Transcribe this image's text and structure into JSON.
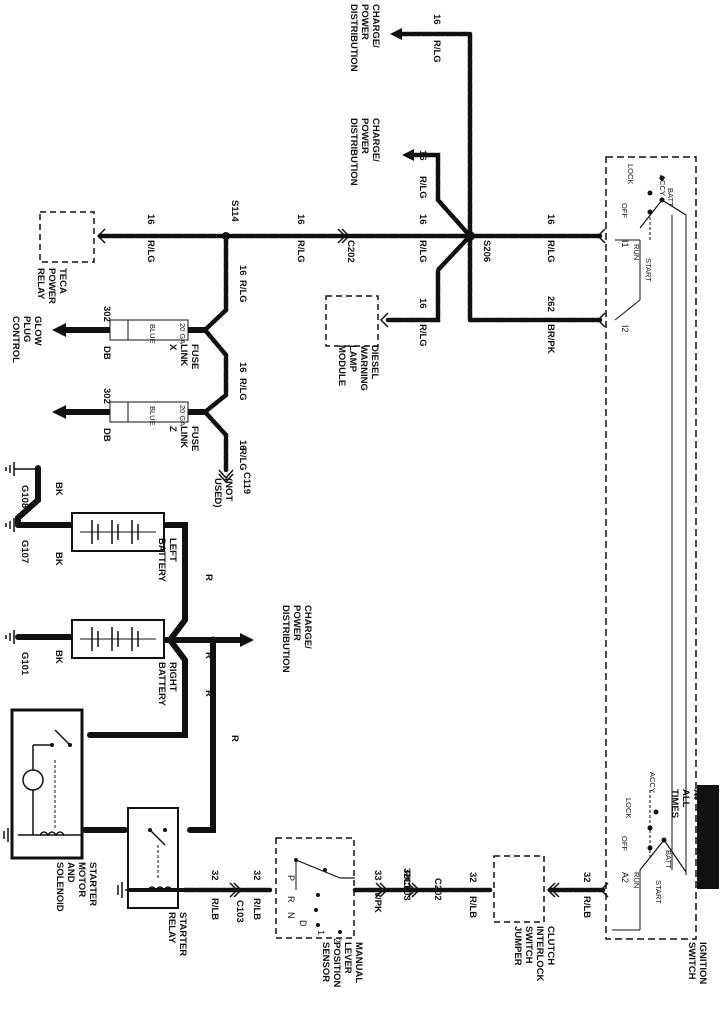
{
  "hot_at_all_times": "HOT AT ALL TIMES",
  "labels": {
    "charge_dist_1": "CHARGE/ POWER DISTRIBUTION",
    "charge_dist_2": "CHARGE/ POWER DISTRIBUTION",
    "charge_dist_3": "CHARGE/ POWER DISTRIBUTION",
    "teca_relay": "TECA POWER RELAY",
    "diesel_module": "DIESEL WARNING LAMP MODULE",
    "glow_plug": "GLOW PLUG CONTROL",
    "fuse_x": "FUSE LINK X",
    "fuse_z": "FUSE LINK Z",
    "not_used": "(NOT USED)",
    "left_battery": "LEFT BATTERY",
    "right_battery": "RIGHT BATTERY",
    "starter_motor": "STARTER MOTOR AND SOLENOID",
    "starter_relay": "STARTER RELAY",
    "manual_lever": "MANUAL LEVER POSITION SENSOR",
    "clutch_jumper": "CLUTCH INTERLOCK SWITCH JUMPER",
    "ignition_switch": "IGNITION SWITCH"
  },
  "connectors": {
    "s114": "S114",
    "s206": "S206",
    "c202a": "C202",
    "c202b": "C202",
    "c119": "C119",
    "c103a": "C103",
    "c103b": "C103",
    "g108": "G108",
    "g107": "G107",
    "g101": "G101",
    "i1": "I1",
    "i2": "I2",
    "a2": "A2"
  },
  "wires": {
    "w16": "16",
    "rlg": "R/LG",
    "w262": "262",
    "brpk": "BR/PK",
    "w302": "302",
    "db": "DB",
    "bk": "BK",
    "r": "R",
    "w32": "32",
    "rlb": "R/LB",
    "w33": "33",
    "wpk": "W/PK"
  },
  "fuse": {
    "ga": "20 GA",
    "blue": "BLUE"
  },
  "switch_pos": {
    "lock": "LOCK",
    "accy": "ACCY",
    "off": "OFF",
    "run": "RUN",
    "start": "START",
    "batt": "BATT"
  },
  "prnd": {
    "p": "P",
    "r": "R",
    "n": "N",
    "d": "D",
    "one": "1",
    "two": "2"
  }
}
